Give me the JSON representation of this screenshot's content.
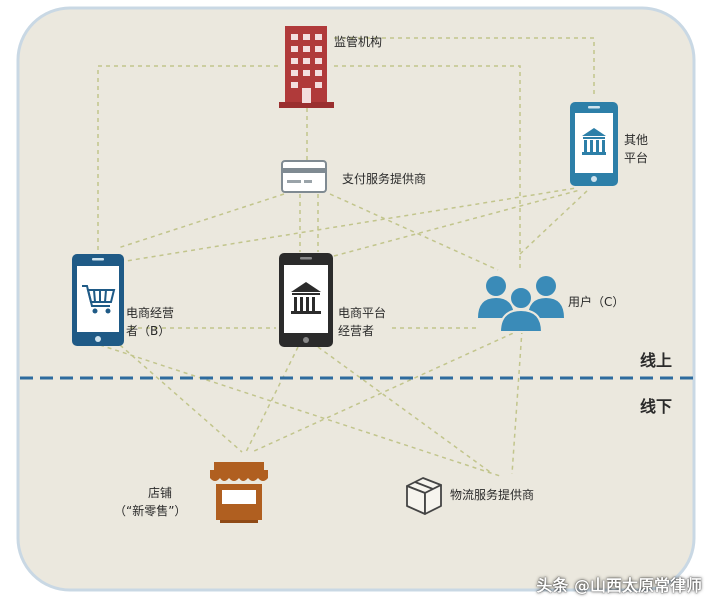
{
  "colors": {
    "panel": "#ebe8de",
    "panel_border": "#c9d8e4",
    "dashed_link": "#c2c58c",
    "divider": "#2e6b9e",
    "regulator": "#b03a3a",
    "phone_blue": "#2d7fa8",
    "phone_dark": "#2b2b2b",
    "user_blue": "#3a8bb8",
    "store_brown": "#b05f20"
  },
  "nodes": {
    "regulator": {
      "label": "监管机构",
      "icon": "building-icon"
    },
    "payment": {
      "label": "支付服务提供商",
      "icon": "card-icon"
    },
    "other_platform": {
      "line1": "其他",
      "line2": "平台",
      "icon": "phone-bank-icon"
    },
    "merchant_b": {
      "line1": "电商经营",
      "line2": "者（B）",
      "icon": "phone-cart-icon"
    },
    "platform_operator": {
      "line1": "电商平台",
      "line2": "经营者",
      "icon": "phone-bank-icon"
    },
    "user_c": {
      "label": "用户（C）",
      "icon": "users-icon"
    },
    "store": {
      "line1": "店铺",
      "line2": "（“新零售”）",
      "icon": "storefront-icon"
    },
    "logistics": {
      "label": "物流服务提供商",
      "icon": "package-icon"
    }
  },
  "divider": {
    "online": "线上",
    "offline": "线下"
  },
  "watermark": "头条 @山西太原常律师"
}
